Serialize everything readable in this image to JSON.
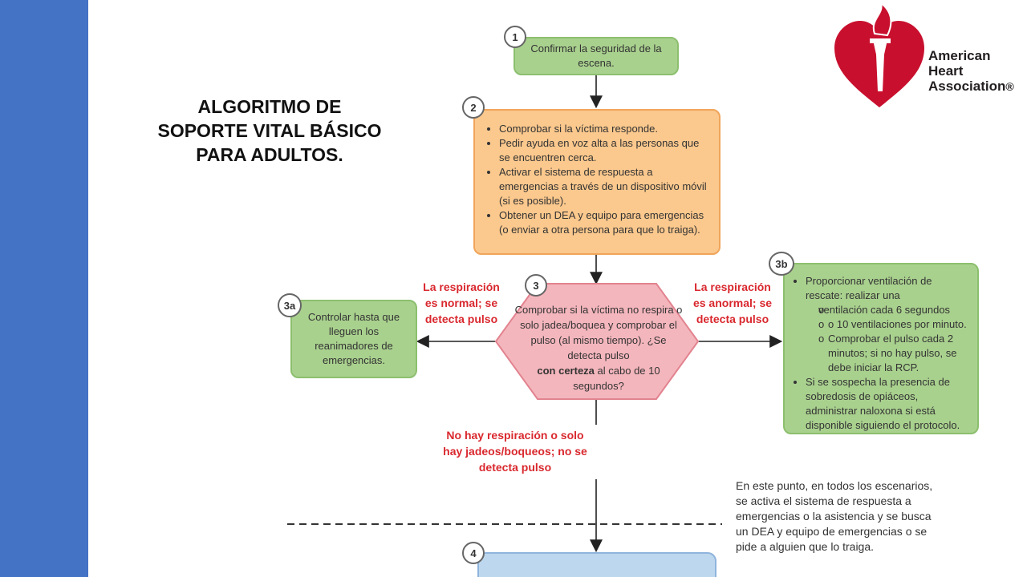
{
  "page": {
    "title": "ALGORITMO DE\nSOPORTE VITAL BÁSICO\nPARA ADULTOS."
  },
  "logo": {
    "line1": "American",
    "line2": "Heart",
    "line3": "Association",
    "registered": "®",
    "color": "#c8102e"
  },
  "colors": {
    "sidebar": "#4472c4",
    "green_box": "#a9d18e",
    "orange_box": "#fbc88d",
    "hexagon": "#f4b6bd",
    "blue_box": "#bdd7ee",
    "red_text": "#d9282e"
  },
  "steps": {
    "s1": {
      "badge": "1",
      "text": "Confirmar la seguridad de la escena."
    },
    "s2": {
      "badge": "2",
      "items": [
        "Comprobar si la víctima responde.",
        "Pedir ayuda en voz alta a las personas que se encuentren cerca.",
        "Activar el sistema de respuesta a emergencias a través de un dispositivo móvil (si es posible).",
        "Obtener un DEA y equipo para emergencias (o enviar a otra persona para que lo traiga)."
      ]
    },
    "s3": {
      "badge": "3",
      "text_before": "Comprobar si la víctima no respira o solo jadea/boquea y comprobar el pulso (al mismo tiempo). ¿Se detecta pulso",
      "text_bold": "con certeza",
      "text_after": "al cabo de 10 segundos?"
    },
    "s3a": {
      "badge": "3a",
      "text": "Controlar hasta que lleguen los reanimadores de emergencias."
    },
    "s3b": {
      "badge": "3b",
      "item1": "Proporcionar ventilación de rescate: realizar una",
      "sub1": "ventilación cada 6 segundos",
      "sub2": "o 10 ventilaciones por minuto.",
      "sub3": "Comprobar el pulso cada 2 minutos; si no hay pulso, se debe iniciar la RCP.",
      "item2": "Si se sospecha la presencia de sobredosis de opiáceos, administrar naloxona si está disponible siguiendo el protocolo."
    },
    "s4": {
      "badge": "4"
    }
  },
  "labels": {
    "left": "La respiración es normal; se detecta pulso",
    "right": "La respiración es anormal; se detecta pulso",
    "down": "No hay respiración o solo hay jadeos/boqueos; no se detecta pulso"
  },
  "note": "En este punto, en todos los escenarios, se activa el sistema de respuesta a emergencias o la asistencia y se busca un DEA y equipo de emergencias o se pide a alguien que lo traiga."
}
